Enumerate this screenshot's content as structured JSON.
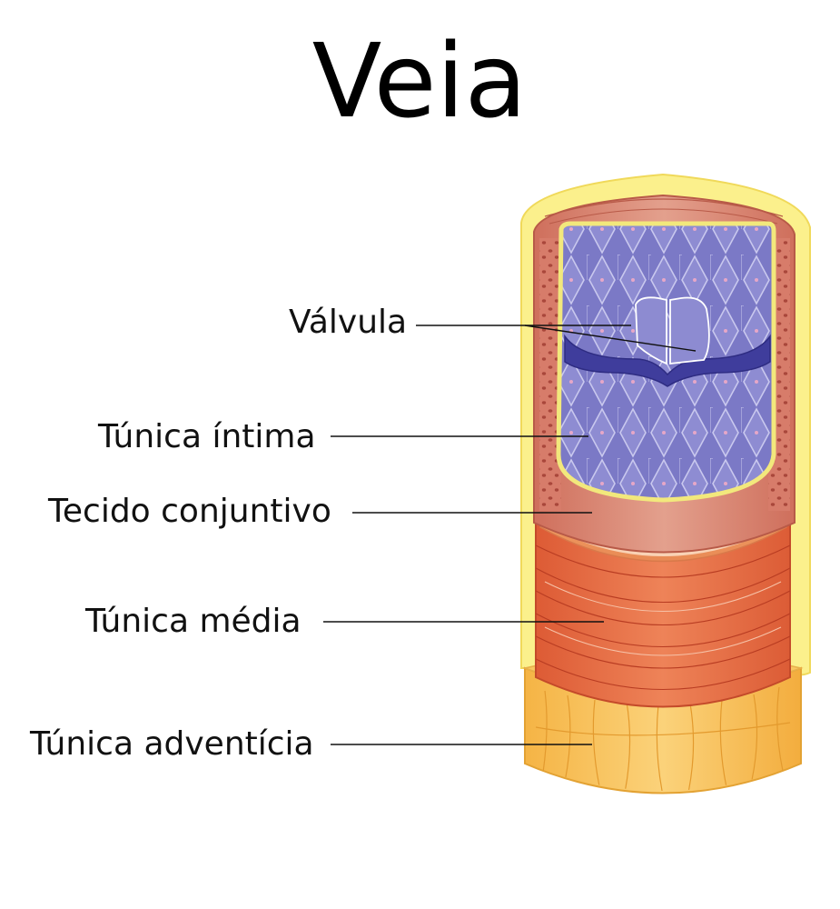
{
  "title": "Veia",
  "labels": {
    "valvula": "Válvula",
    "tunica_intima": "Túnica íntima",
    "tecido_conjuntivo": "Tecido conjuntivo",
    "tunica_media": "Túnica média",
    "tunica_adventicia": "Túnica adventícia"
  },
  "colors": {
    "adventitia": "#f8c25c",
    "outer_sheath": "#fbf08c",
    "media": "#e8734a",
    "connective": "#f2a266",
    "wall": "#d9826c",
    "intima": "#7a78c4",
    "valve_edge": "#3c3a9a"
  }
}
